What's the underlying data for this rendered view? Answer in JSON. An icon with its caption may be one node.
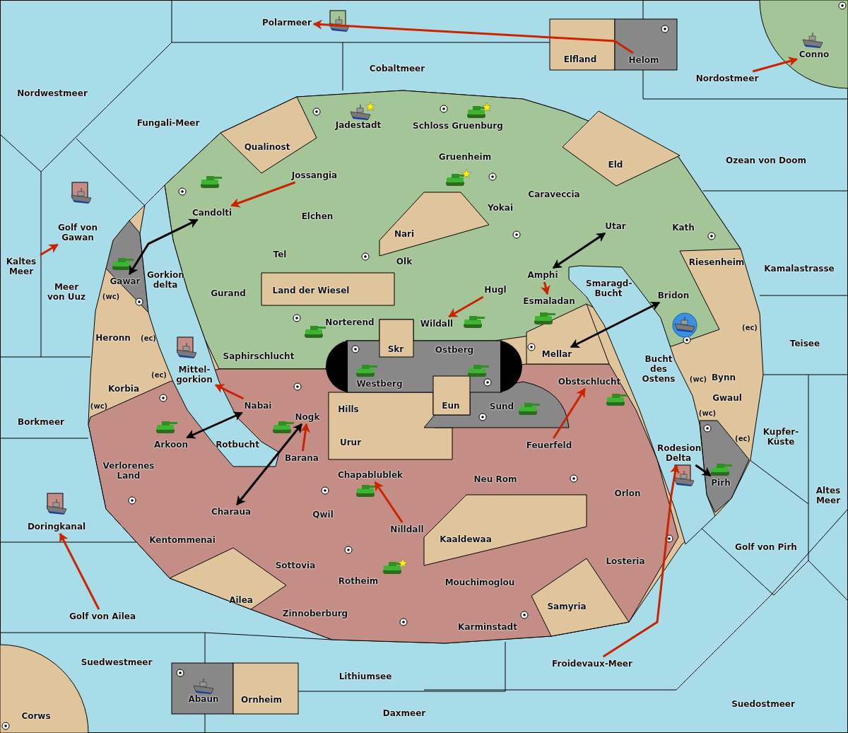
{
  "diagram": {
    "nodes": [
      {
        "text": [
          "Polarmeer"
        ]
      },
      {
        "text": [
          "Elfland"
        ]
      },
      {
        "text": [
          "Helom"
        ]
      },
      {
        "text": [
          "Conno"
        ]
      },
      {
        "text": [
          "Cobaltmeer"
        ]
      },
      {
        "text": [
          "Nordostmeer"
        ]
      },
      {
        "text": [
          "Nordwestmeer"
        ]
      },
      {
        "text": [
          "Fungali-Meer"
        ]
      },
      {
        "text": [
          "Jadestadt"
        ]
      },
      {
        "text": [
          "Schloss Gruenburg"
        ]
      },
      {
        "text": [
          "Qualinost"
        ]
      },
      {
        "text": [
          "Gruenheim"
        ]
      },
      {
        "text": [
          "Eld"
        ]
      },
      {
        "text": [
          "Ozean von Doom"
        ]
      },
      {
        "text": [
          "Jossangia"
        ]
      },
      {
        "text": [
          "Caraveccia"
        ]
      },
      {
        "text": [
          "Yokai"
        ]
      },
      {
        "text": [
          "Candolti"
        ]
      },
      {
        "text": [
          "Elchen"
        ]
      },
      {
        "text": [
          "Utar"
        ]
      },
      {
        "text": [
          "Kath"
        ]
      },
      {
        "text": [
          "Golf von Gawan"
        ]
      },
      {
        "text": [
          "Nari"
        ]
      },
      {
        "text": [
          "Gorkion delta"
        ]
      },
      {
        "text": [
          "Tel"
        ]
      },
      {
        "text": [
          "Kaltes Meer"
        ]
      },
      {
        "text": [
          "Olk"
        ]
      },
      {
        "text": [
          "Riesenheim"
        ]
      },
      {
        "text": [
          "Kamalastrasse"
        ]
      },
      {
        "text": [
          "Amphi"
        ]
      },
      {
        "text": [
          "Gawar"
        ]
      },
      {
        "text": [
          "Meer von Uuz"
        ]
      },
      {
        "text": [
          "Gurand"
        ]
      },
      {
        "text": [
          "Land der Wiesel"
        ]
      },
      {
        "text": [
          "Hugl"
        ]
      },
      {
        "text": [
          "Smaragd- Bucht"
        ]
      },
      {
        "text": [
          "Bridon"
        ]
      },
      {
        "text": [
          "Esmaladan"
        ]
      },
      {
        "text": [
          "Heronn"
        ]
      },
      {
        "text": [
          "Norterend"
        ]
      },
      {
        "text": [
          "Wildall"
        ]
      },
      {
        "text": [
          "Teisee"
        ]
      },
      {
        "text": [
          "Skr"
        ]
      },
      {
        "text": [
          "Ostberg"
        ]
      },
      {
        "text": [
          "Mellar"
        ]
      },
      {
        "text": [
          "Saphirschlucht"
        ]
      },
      {
        "text": [
          "Mittel- gorkion"
        ]
      },
      {
        "text": [
          "Bucht des Ostens"
        ]
      },
      {
        "text": [
          "Westberg"
        ]
      },
      {
        "text": [
          "Bynn"
        ]
      },
      {
        "text": [
          "Obstschlucht"
        ]
      },
      {
        "text": [
          "Korbia"
        ]
      },
      {
        "text": [
          "Nabai"
        ]
      },
      {
        "text": [
          "Gwaul"
        ]
      },
      {
        "text": [
          "Hills"
        ]
      },
      {
        "text": [
          "Eun"
        ]
      },
      {
        "text": [
          "Sund"
        ]
      },
      {
        "text": [
          "Nogk"
        ]
      },
      {
        "text": [
          "Borkmeer"
        ]
      },
      {
        "text": [
          "Kupfer- Küste"
        ]
      },
      {
        "text": [
          "Urur"
        ]
      },
      {
        "text": [
          "Arkoon"
        ]
      },
      {
        "text": [
          "Rotbucht"
        ]
      },
      {
        "text": [
          "Feuerfeld"
        ]
      },
      {
        "text": [
          "Rodesion Delta"
        ]
      },
      {
        "text": [
          "Barana"
        ]
      },
      {
        "text": [
          "Verlorenes Land"
        ]
      },
      {
        "text": [
          "Chapablublek"
        ]
      },
      {
        "text": [
          "Neu Rom"
        ]
      },
      {
        "text": [
          "Pirh"
        ]
      },
      {
        "text": [
          "Orlon"
        ]
      },
      {
        "text": [
          "Altes Meer"
        ]
      },
      {
        "text": [
          "Charaua"
        ]
      },
      {
        "text": [
          "Qwil"
        ]
      },
      {
        "text": [
          "Doringkanal"
        ]
      },
      {
        "text": [
          "Nilldall"
        ]
      },
      {
        "text": [
          "Kaaldewaa"
        ]
      },
      {
        "text": [
          "Kentommenai"
        ]
      },
      {
        "text": [
          "Golf von Pirh"
        ]
      },
      {
        "text": [
          "Losteria"
        ]
      },
      {
        "text": [
          "Sottovia"
        ]
      },
      {
        "text": [
          "Rotheim"
        ]
      },
      {
        "text": [
          "Mouchimoglou"
        ]
      },
      {
        "text": [
          "Ailea"
        ]
      },
      {
        "text": [
          "Samyria"
        ]
      },
      {
        "text": [
          "Golf von Ailea"
        ]
      },
      {
        "text": [
          "Zinnoberburg"
        ]
      },
      {
        "text": [
          "Karminstadt"
        ]
      },
      {
        "text": [
          "Suedwestmeer"
        ]
      },
      {
        "text": [
          "Froidevaux-Meer"
        ]
      },
      {
        "text": [
          "Lithiumsee"
        ]
      },
      {
        "text": [
          "Abaun"
        ]
      },
      {
        "text": [
          "Ornheim"
        ]
      },
      {
        "text": [
          "Suedostmeer"
        ]
      },
      {
        "text": [
          "Daxmeer"
        ]
      },
      {
        "text": [
          "Corws"
        ]
      }
    ],
    "edges": [
      {
        "from": 2,
        "to": 0,
        "arrow": "to"
      },
      {
        "from": 5,
        "to": 3,
        "arrow": "to"
      },
      {
        "from": 14,
        "to": 17,
        "arrow": "to"
      },
      {
        "from": 25,
        "to": 21,
        "arrow": "to"
      },
      {
        "from": 34,
        "to": 40,
        "arrow": "to"
      },
      {
        "from": 29,
        "to": 37,
        "arrow": "to"
      },
      {
        "from": 52,
        "to": 46,
        "arrow": "to"
      },
      {
        "from": 63,
        "to": 50,
        "arrow": "to"
      },
      {
        "from": 65,
        "to": 57,
        "arrow": "to"
      },
      {
        "from": 75,
        "to": 67,
        "arrow": "to"
      },
      {
        "from": 85,
        "to": 74,
        "arrow": "to"
      },
      {
        "from": 89,
        "to": 64,
        "arrow": "to"
      },
      {
        "from": 30,
        "to": 17,
        "arrow": "both",
        "color": "#000000"
      },
      {
        "from": 61,
        "to": 52,
        "arrow": "both",
        "color": "#000000"
      },
      {
        "from": 72,
        "to": 57,
        "arrow": "both",
        "color": "#000000"
      },
      {
        "from": 29,
        "to": 19,
        "arrow": "both",
        "color": "#000000"
      },
      {
        "from": 44,
        "to": 36,
        "arrow": "both",
        "color": "#000000"
      },
      {
        "from": 64,
        "to": 69,
        "arrow": "to",
        "color": "#000000"
      }
    ],
    "labels": [
      "(wc)",
      "(ec)",
      "(ec)",
      "(ec)",
      "(wc)",
      "(wc)",
      "(wc)",
      "(ec)"
    ]
  }
}
